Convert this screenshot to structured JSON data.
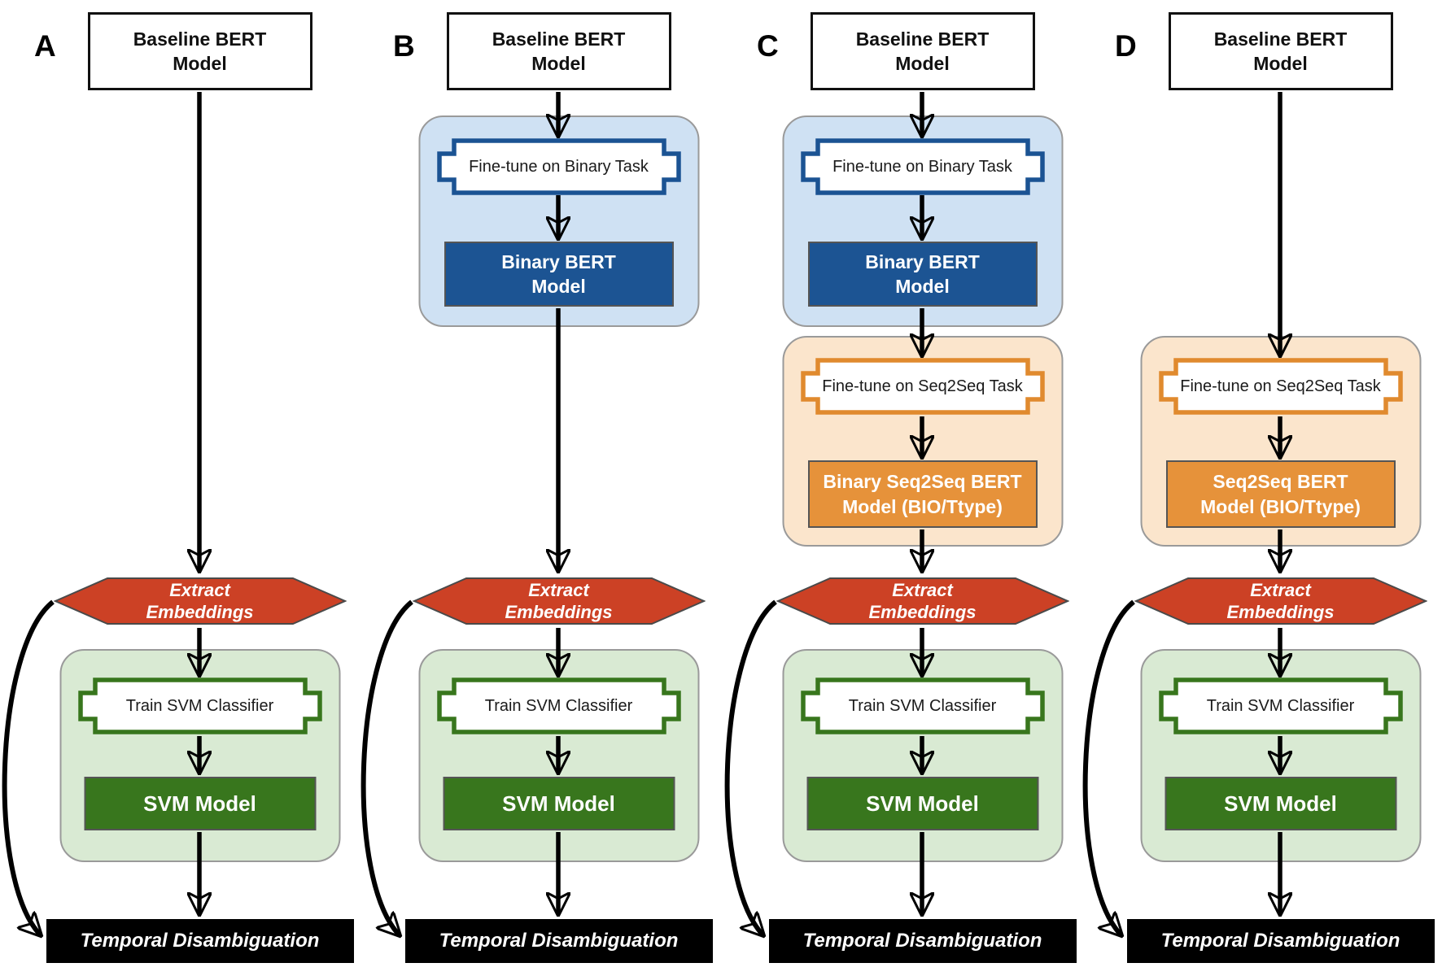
{
  "figure": {
    "panel_labels": [
      "A",
      "B",
      "C",
      "D"
    ],
    "nodes": {
      "baseline": {
        "line1": "Baseline BERT",
        "line2": "Model"
      },
      "finetune_binary": {
        "label": "Fine-tune on Binary Task"
      },
      "binary_bert": {
        "line1": "Binary BERT",
        "line2": "Model"
      },
      "finetune_seq2seq": {
        "label": "Fine-tune on Seq2Seq Task"
      },
      "binary_seq2seq_bert": {
        "line1": "Binary Seq2Seq BERT",
        "line2": "Model (BIO/Ttype)"
      },
      "seq2seq_bert": {
        "line1": "Seq2Seq BERT",
        "line2": "Model (BIO/Ttype)"
      },
      "extract_embeddings": {
        "line1": "Extract",
        "line2": "Embeddings"
      },
      "train_svm": {
        "label": "Train SVM Classifier"
      },
      "svm_model": {
        "label": "SVM Model"
      },
      "temporal_disambiguation": {
        "label": "Temporal Disambiguation"
      }
    },
    "colors": {
      "dark_blue": "#1c5493",
      "blue_border": "#1b5393",
      "light_blue": "#cfe1f3",
      "orange": "#e6923a",
      "orange_border": "#e08a2e",
      "light_orange": "#fbe5cc",
      "red": "#cc4125",
      "dark_green": "#38761d",
      "light_green": "#d9ead3",
      "arrow_black": "#000000"
    }
  }
}
